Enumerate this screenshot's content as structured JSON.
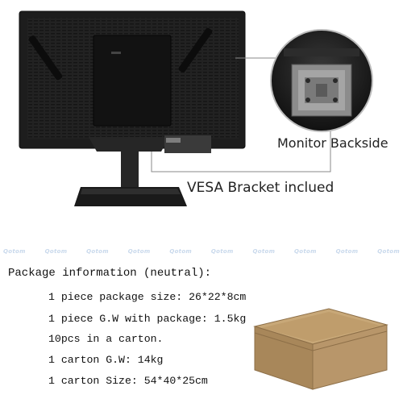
{
  "callouts": {
    "backside": "Monitor Backside",
    "vesa": "VESA Bracket inclued"
  },
  "watermark": "Qotom",
  "package": {
    "title": "Package information (neutral):",
    "lines": [
      "1 piece package size: 26*22*8cm",
      "1 piece G.W with package: 1.5kg",
      "10pcs in a carton.",
      "1 carton G.W: 14kg",
      "1 carton Size: 54*40*25cm"
    ]
  },
  "colors": {
    "monitor": "#1c1c1c",
    "stand": "#2a2a2a",
    "carton": "#b8966a",
    "watermark": "#c9d9ec"
  }
}
